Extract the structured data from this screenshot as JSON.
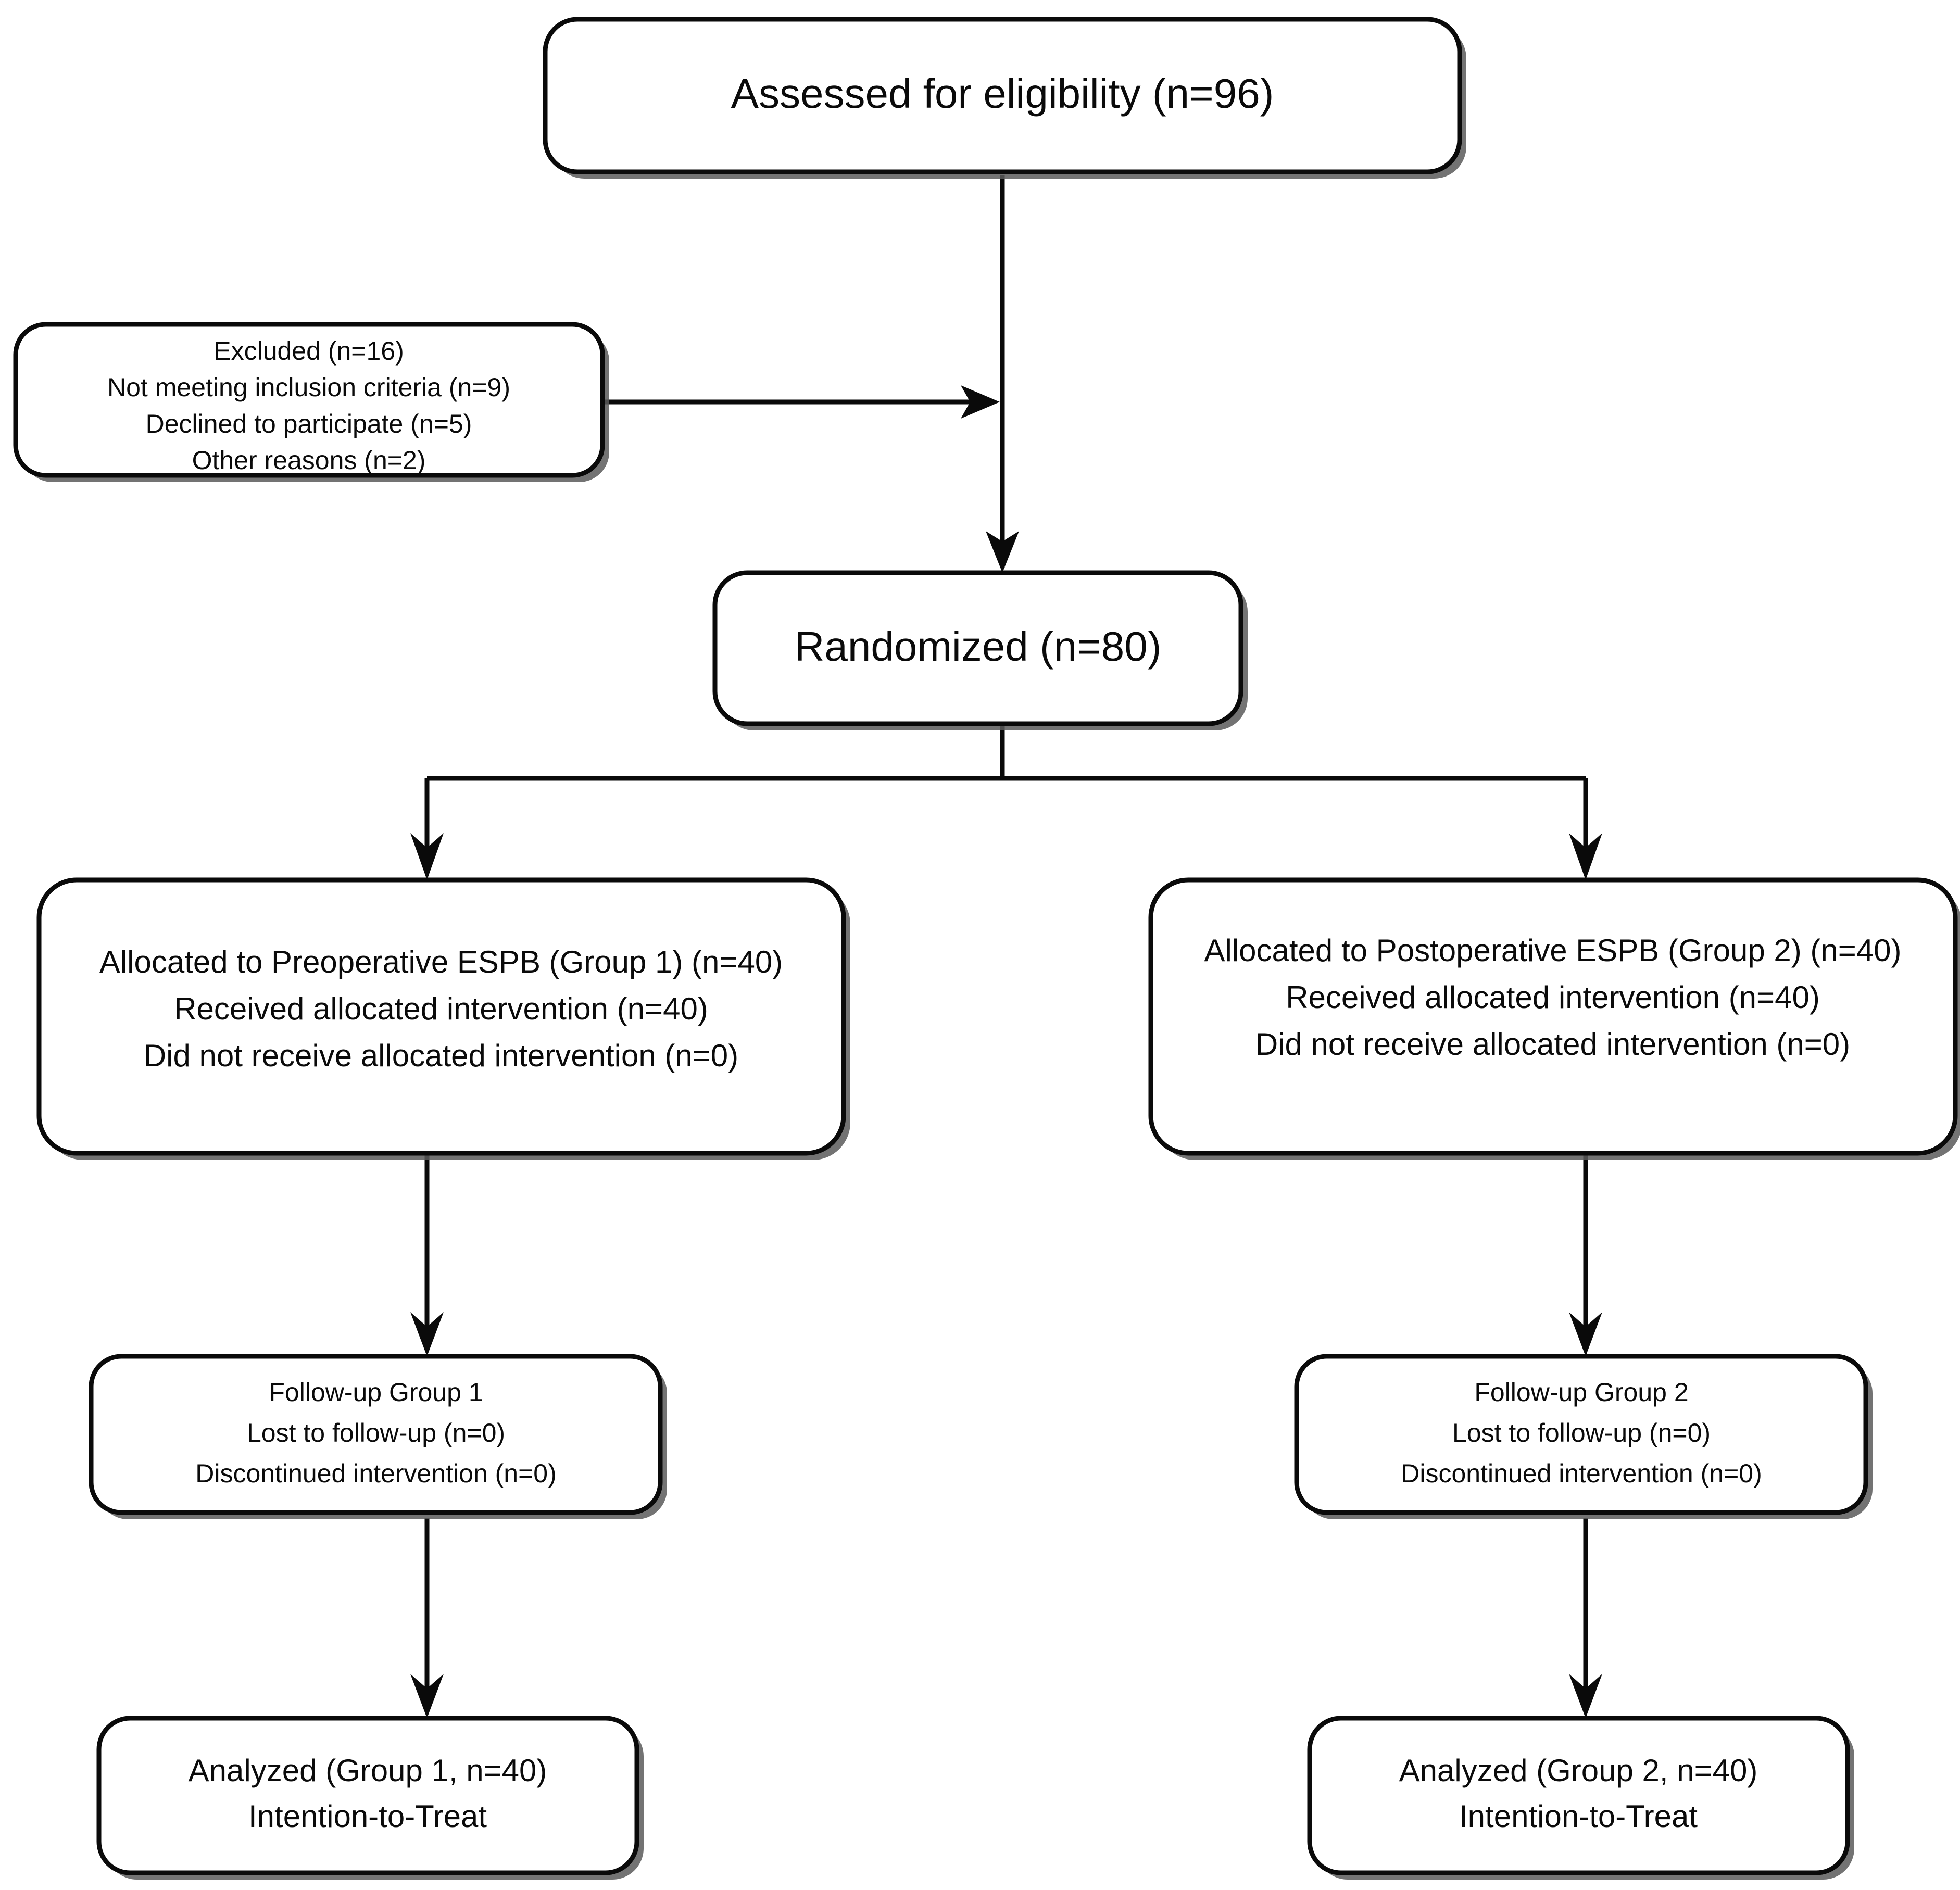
{
  "diagram": {
    "type": "consort-flow-diagram",
    "title": "CONSORT participant flow diagram",
    "background_color": "#ffffff",
    "line_color": "#0a0a0a",
    "box_fill": "#ffffff"
  },
  "nodes": {
    "enrollment": {
      "id": "assessed",
      "lines": [
        "Assessed for eligibility (n=96)"
      ],
      "n": 96
    },
    "excluded": {
      "id": "excluded",
      "lines": [
        "Excluded (n=16)",
        "Not meeting inclusion criteria (n=9)",
        "Declined to participate (n=5)",
        "Other reasons (n=2)"
      ],
      "n": 16,
      "not_meeting_criteria": 9,
      "declined": 5,
      "other_reasons": 2
    },
    "randomized": {
      "id": "randomized",
      "lines": [
        "Randomized (n=80)"
      ],
      "n": 80
    },
    "allocation_left": {
      "id": "allocated-group-1",
      "lines": [
        "Allocated to Preoperative ESPB (Group 1) (n=40)",
        "Received allocated intervention (n=40)",
        "Did not receive allocated intervention (n=0)"
      ],
      "allocated": 40,
      "received": 40,
      "did_not_receive": 0
    },
    "allocation_right": {
      "id": "allocated-group-2",
      "lines": [
        "Allocated to Postoperative ESPB (Group 2) (n=40)",
        "Received allocated intervention (n=40)",
        "Did not receive allocated intervention (n=0)"
      ],
      "allocated": 40,
      "received": 40,
      "did_not_receive": 0
    },
    "followup_left": {
      "id": "followup-group-1",
      "lines": [
        "Follow-up Group 1",
        "Lost to follow-up (n=0)",
        "Discontinued intervention (n=0)"
      ],
      "lost": 0,
      "discontinued": 0
    },
    "followup_right": {
      "id": "followup-group-2",
      "lines": [
        "Follow-up Group 2",
        "Lost to follow-up (n=0)",
        "Discontinued intervention (n=0)"
      ],
      "lost": 0,
      "discontinued": 0
    },
    "analyzed_left": {
      "id": "analyzed-group-1",
      "lines": [
        "Analyzed (Group 1, n=40)",
        "Intention-to-Treat"
      ],
      "analyzed": 40
    },
    "analyzed_right": {
      "id": "analyzed-group-2",
      "lines": [
        "Analyzed (Group 2, n=40)",
        "Intention-to-Treat"
      ],
      "analyzed": 40
    }
  }
}
